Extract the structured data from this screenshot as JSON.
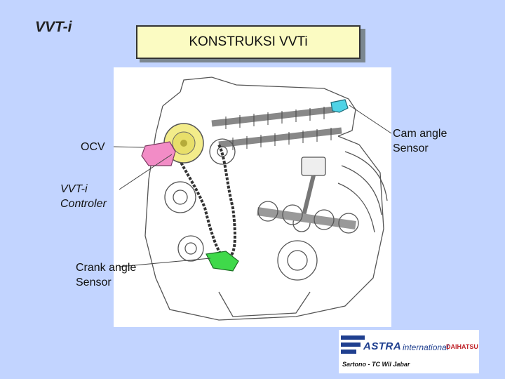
{
  "slide": {
    "tag": "VVT-i",
    "title": "KONSTRUKSI VVTi"
  },
  "labels": {
    "ocv": "OCV",
    "vvti_controler_line1": "VVT-i",
    "vvti_controler_line2": "Controler",
    "crank_line1": "Crank angle",
    "crank_line2": "Sensor",
    "cam_line1": "Cam angle",
    "cam_line2": "Sensor"
  },
  "logo": {
    "brand": "ASTRA",
    "brand_suffix": "international",
    "partner": "DAIHATSU",
    "credit": "Sartono - TC Wil Jabar"
  },
  "colors": {
    "background": "#c2d4ff",
    "title_fill": "#fbfbc2",
    "controller_yellow": "#f3ec8a",
    "ocv_pink": "#f28cc6",
    "cam_sensor_cyan": "#4fd3e6",
    "crank_sensor_green": "#3fd94a",
    "brand_blue": "#1f3f8f"
  }
}
